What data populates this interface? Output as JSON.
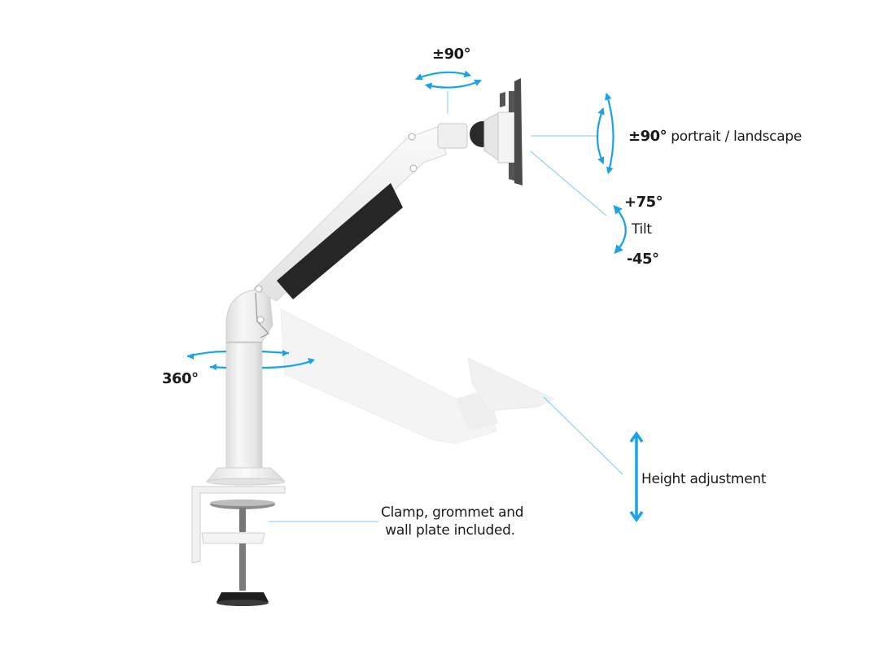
{
  "colors": {
    "accent": "#1aa3e8",
    "leader_line": "#7cc8ee",
    "arm_white": "#f2f2f2",
    "arm_shadow": "#d9d9d9",
    "gas_spring": "#262626",
    "vesa_plate": "#4a4a4a",
    "ghost_arm": "#f4f4f4",
    "text": "#1a1a1a"
  },
  "annotations": {
    "swivel_top": {
      "value": "±90°"
    },
    "rotation": {
      "value": "±90°",
      "label": "portrait / landscape"
    },
    "tilt": {
      "up": "+75°",
      "label": "Tilt",
      "down": "-45°"
    },
    "base_rotation": {
      "value": "360°"
    },
    "height": {
      "label": "Height adjustment"
    },
    "clamp": {
      "line1": "Clamp, grommet and",
      "line2": "wall plate included."
    }
  },
  "icons": {
    "swivel_arrows": "horizontal-rotation-arrows",
    "rotation_arrows": "vertical-rotation-arrows",
    "tilt_arrow": "curved-double-arrow",
    "base_arrows": "horizontal-rotation-arrows",
    "height_arrow": "vertical-double-arrow"
  }
}
